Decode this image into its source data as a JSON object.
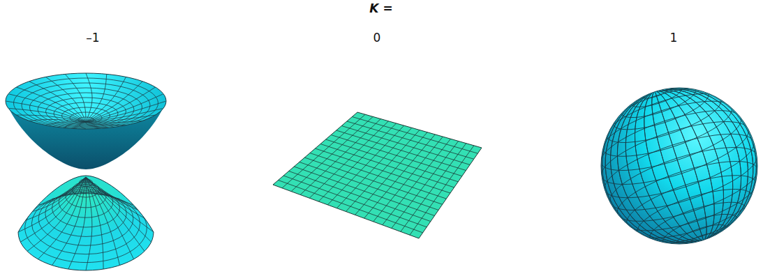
{
  "diagram": {
    "title": "K =",
    "labels": [
      "–1",
      "0",
      "1"
    ]
  }
}
